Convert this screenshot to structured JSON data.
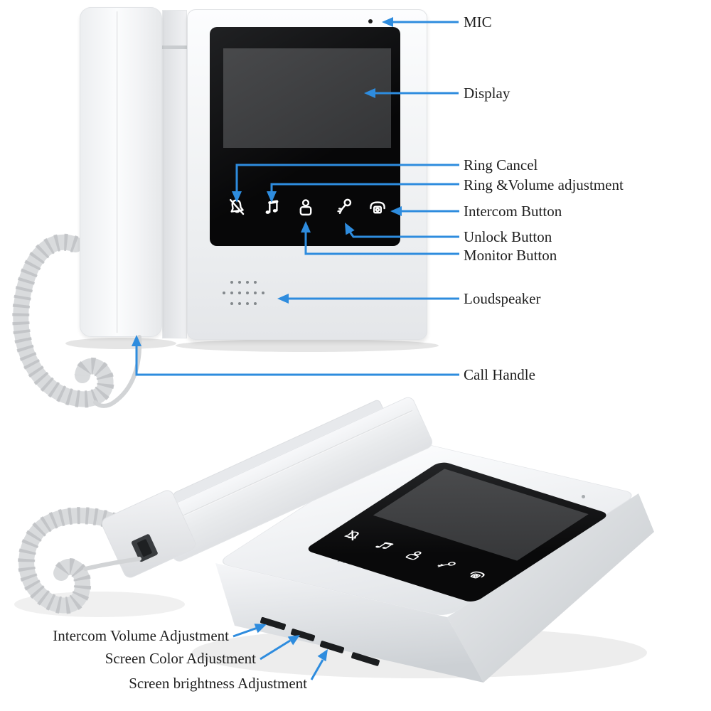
{
  "colors": {
    "callout_blue": "#2E8CDE",
    "label_text": "#1F1F1F",
    "panel_black": "#0B0B0C",
    "screen_gray": "#3E3F41",
    "device_white": "#F2F3F5"
  },
  "front_view": {
    "callouts": {
      "mic": "MIC",
      "display": "Display",
      "ring_cancel": "Ring Cancel",
      "ring_volume": "Ring &Volume adjustment",
      "intercom": "Intercom Button",
      "unlock": "Unlock Button",
      "monitor": "Monitor Button",
      "loudspeaker": "Loudspeaker",
      "call_handle": "Call Handle"
    },
    "button_icons": [
      "bell-slash-icon",
      "music-note-icon",
      "person-icon",
      "key-icon",
      "telephone-icon"
    ]
  },
  "bottom_view": {
    "callouts": {
      "intercom_volume": "Intercom Volume Adjustment",
      "screen_color": "Screen Color Adjustment",
      "screen_brightness": "Screen brightness Adjustment"
    },
    "button_icons": [
      "bell-slash-icon",
      "music-note-icon",
      "person-icon",
      "key-icon",
      "telephone-icon"
    ]
  }
}
